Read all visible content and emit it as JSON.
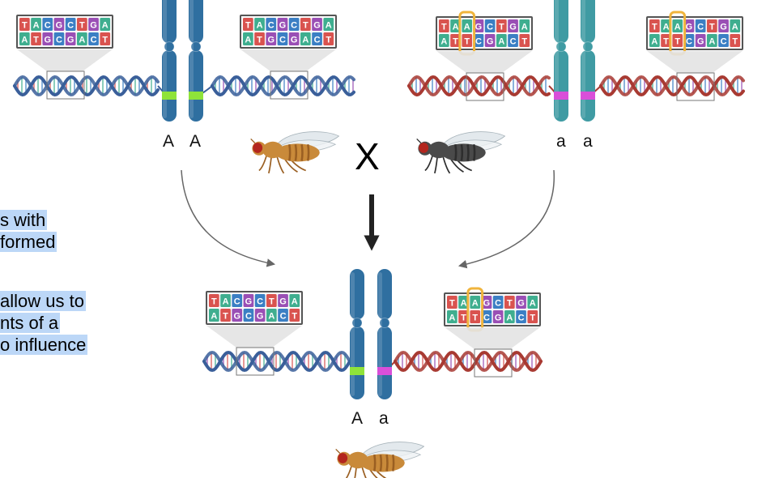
{
  "cross_symbol": "X",
  "side_text": {
    "lines_top": [
      "s with",
      "formed"
    ],
    "lines_bottom": [
      "allow us to",
      "nts of a",
      "o influence"
    ]
  },
  "seq_letters": {
    "top": [
      "T",
      "A",
      "C",
      "G",
      "C",
      "T",
      "G",
      "A"
    ],
    "bottom": [
      "A",
      "T",
      "G",
      "C",
      "G",
      "A",
      "C",
      "T"
    ]
  },
  "mutant_seq_letters": {
    "top": [
      "T",
      "A",
      "A",
      "G",
      "C",
      "T",
      "G",
      "A"
    ],
    "bottom": [
      "A",
      "T",
      "T",
      "C",
      "G",
      "A",
      "C",
      "T"
    ]
  },
  "parent_left": {
    "allele_1": "A",
    "allele_2": "A",
    "fly_color": "tan"
  },
  "parent_right": {
    "allele_1": "a",
    "allele_2": "a",
    "fly_color": "dark"
  },
  "offspring": {
    "allele_1": "A",
    "allele_2": "a",
    "fly_color": "tan"
  },
  "colors": {
    "nuc_T": "#d9534f",
    "nuc_A": "#3fae8f",
    "nuc_C": "#3b7fc4",
    "nuc_G": "#9a4fb5",
    "dna_normal": "#3a5f9a",
    "dna_mutant": "#a83a32",
    "chrom_normal": "#2f6fa0",
    "chrom_mutant": "#3f9ba3",
    "band_normal": "#8fe33a",
    "band_mutant": "#d94fd9",
    "highlight_box": "#f0b43c",
    "arrow": "#666666"
  }
}
